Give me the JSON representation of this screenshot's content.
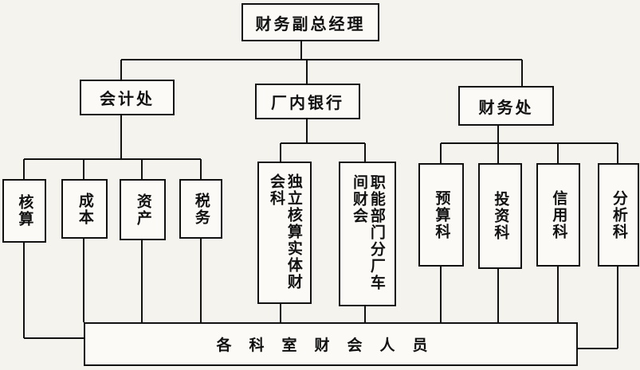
{
  "top": "财务副总经理",
  "departments": [
    {
      "name": "会计处",
      "subs": [
        "核算",
        "成本",
        "资产",
        "税务"
      ]
    },
    {
      "name": "厂内银行",
      "subs": [
        "独立核算实体财会科",
        "职能部门分厂车间财会"
      ]
    },
    {
      "name": "财务处",
      "subs": [
        "预算科",
        "投资科",
        "信用科",
        "分析科"
      ]
    }
  ],
  "bottom": "各科室财会人员"
}
